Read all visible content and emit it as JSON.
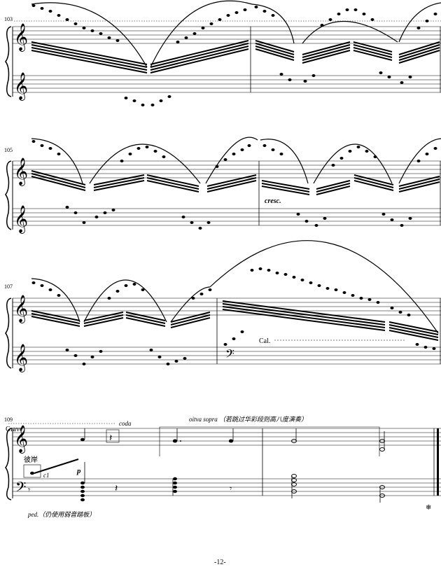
{
  "page": {
    "page_number": "-12-"
  },
  "systems": [
    {
      "measure_number": "103"
    },
    {
      "measure_number": "105"
    },
    {
      "measure_number": "107"
    },
    {
      "measure_number": "109"
    }
  ],
  "markings": {
    "cresc": "cresc.",
    "cal": "Cal.",
    "grave": "Grave",
    "coda": "coda",
    "ottava": "oitva sopra （若跳过华彩段则高八度演奏）",
    "bian_an": "彼岸",
    "c1": "c1",
    "dynamic_p": "p",
    "pedal": "ped.（仍使用弱音踏板）",
    "end_pedal_release": "❄"
  }
}
